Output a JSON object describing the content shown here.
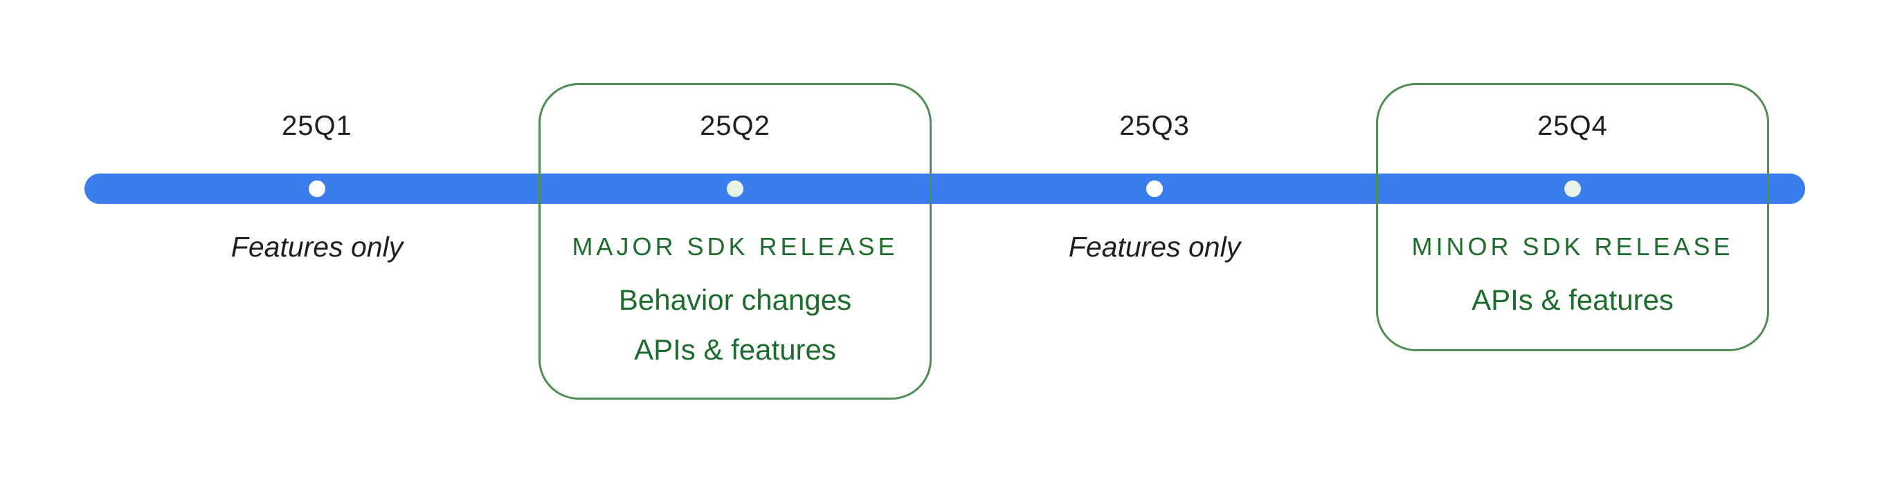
{
  "quarters": [
    {
      "label": "25Q1",
      "note": "Features only"
    },
    {
      "label": "25Q2",
      "release_title": "MAJOR SDK RELEASE",
      "details": [
        "Behavior changes",
        "APIs & features"
      ]
    },
    {
      "label": "25Q3",
      "note": "Features only"
    },
    {
      "label": "25Q4",
      "release_title": "MINOR SDK RELEASE",
      "details": [
        "APIs & features"
      ]
    }
  ],
  "colors": {
    "timeline_bar": "#3b7ded",
    "release_text": "#1e6b2e",
    "release_border": "#4f8d55",
    "plain_text": "#1f1f1f"
  }
}
